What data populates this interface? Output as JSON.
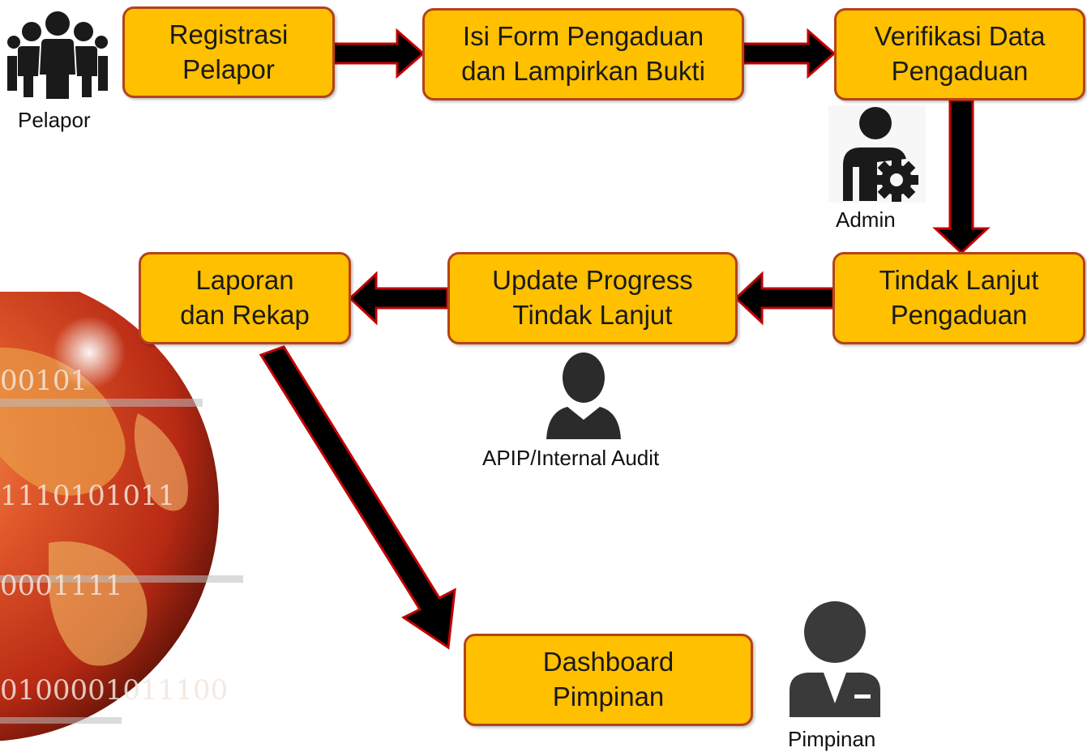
{
  "steps": {
    "registrasi": {
      "line1": "Registrasi",
      "line2": "Pelapor"
    },
    "isi_form": {
      "line1": "Isi Form Pengaduan",
      "line2": "dan Lampirkan Bukti"
    },
    "verifikasi": {
      "line1": "Verifikasi Data",
      "line2": "Pengaduan"
    },
    "tindak_lanjut": {
      "line1": "Tindak Lanjut",
      "line2": "Pengaduan"
    },
    "update_progress": {
      "line1": "Update Progress",
      "line2": "Tindak Lanjut"
    },
    "laporan": {
      "line1": "Laporan",
      "line2": "dan Rekap"
    },
    "dashboard": {
      "line1": "Dashboard",
      "line2": "Pimpinan"
    }
  },
  "roles": {
    "pelapor": "Pelapor",
    "admin": "Admin",
    "apip": "APIP/Internal Audit",
    "pimpinan": "Pimpinan"
  },
  "globe_digits": [
    "00101",
    "1110101011",
    "0001111",
    "0100001011100"
  ],
  "icons": {
    "pelapor": "group-people-icon",
    "admin": "admin-user-gear-icon",
    "apip": "auditor-user-icon",
    "pimpinan": "executive-user-icon"
  },
  "colors": {
    "box_fill": "#ffc000",
    "box_border": "#b4431a",
    "arrow_fill": "#000000",
    "arrow_outline": "#c00000",
    "icon": "#1a1a1a",
    "globe": "#c0391e"
  }
}
